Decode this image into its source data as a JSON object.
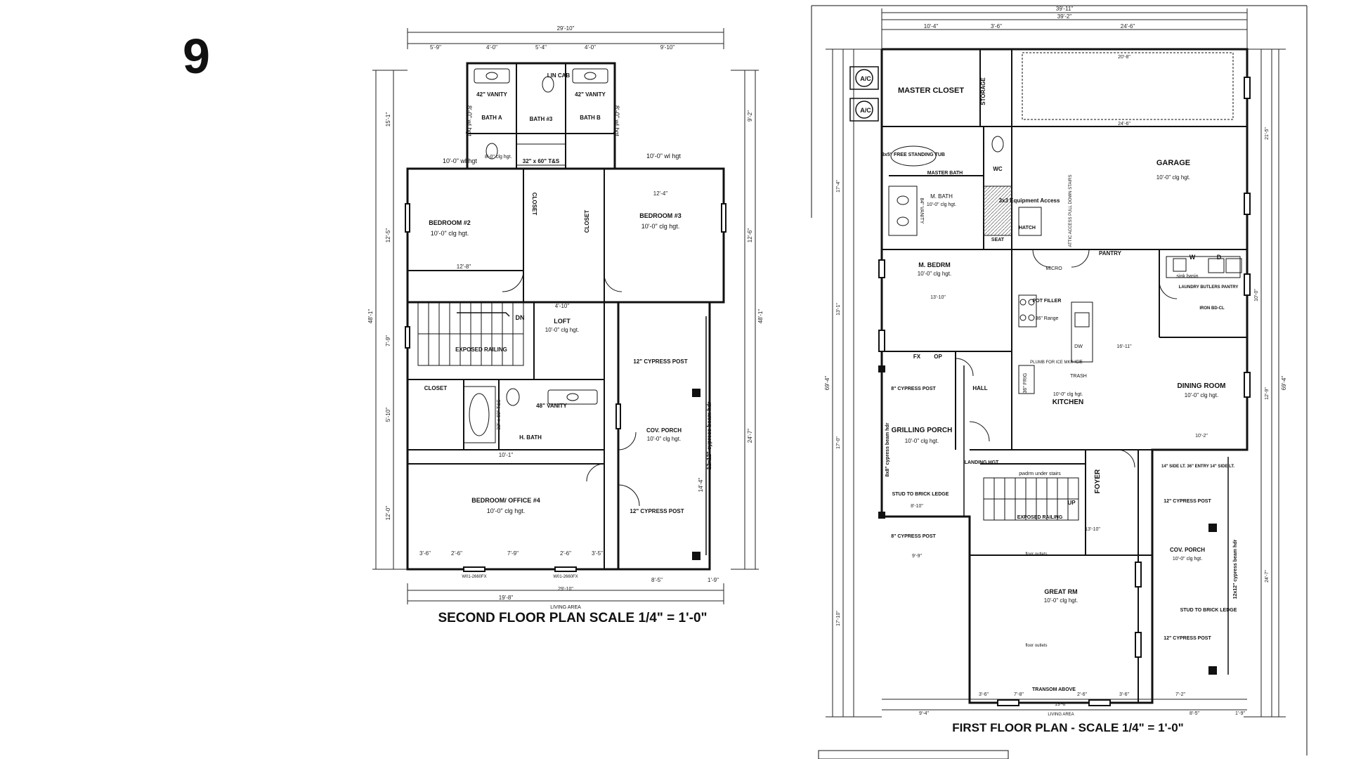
{
  "page_number": "9",
  "second_floor": {
    "caption": "SECOND FLOOR PLAN SCALE 1/4\" = 1'-0\"",
    "rooms": {
      "bedroom2": "BEDROOM #2",
      "bedroom3": "BEDROOM #3",
      "bedroom4": "BEDROOM/ OFFICE #4",
      "loft": "LOFT",
      "bath_a": "BATH A",
      "bath_3": "BATH #3",
      "bath_b": "BATH B",
      "h_bath": "H. BATH",
      "cov_porch": "COV. PORCH",
      "closet_a": "CLOSET",
      "closet_b": "CLOSET",
      "closet_c": "CLOSET",
      "lin_cab": "LIN CAB"
    },
    "notes": {
      "clg_10": "10'-0\" clg hgt.",
      "clg_8": "8'-0\" clg hgt.",
      "wl_10": "10'-0\" wl hgt",
      "wl_8": "8'-0\" wl hgt",
      "vanity_42": "42\" VANITY",
      "vanity_48": "48\" VANITY",
      "tub_32x60": "32\" x 60\" T&S",
      "exposed_railing": "EXPOSED RAILING",
      "dn": "DN",
      "cypress_post": "12\" CYPRESS POST",
      "beam": "12x12\" cypress beam hdr",
      "living_area": "LIVING AREA",
      "win_a": "W01-2660FX",
      "win_b": "W01-2660FX"
    },
    "dims": {
      "top_overall": "29'-10\"",
      "bottom_overall": "29'-10\"",
      "left_overall": "48'-1\"",
      "right_overall": "48'-1\"",
      "top_a": "5'-9\"",
      "top_b": "4'-0\"",
      "top_c": "5'-4\"",
      "top_d": "4'-0\"",
      "top_e": "9'-10\"",
      "bed2_w": "12'-8\"",
      "bed3_w": "12'-4\"",
      "bot_a": "19'-8\"",
      "bot_b": "8'-5\"",
      "bot_c": "1'-9\"",
      "hb_w": "10'-1\"",
      "loft_w": "4'-10\"",
      "porch_h": "14'-4\"",
      "right_a": "9'-2\"",
      "right_b": "12'-6\"",
      "right_c": "24'-7\"",
      "left_a": "15'-1\"",
      "left_b": "12'-5\"",
      "left_c": "7'-9\"",
      "left_d": "5'-10\"",
      "left_e": "12'-0\"",
      "bo_a": "3'-6\"",
      "bo_b": "2'-6\"",
      "bo_c": "7'-9\"",
      "bo_d": "2'-6\"",
      "bo_e": "3'-5\""
    }
  },
  "first_floor": {
    "caption": "FIRST FLOOR PLAN - SCALE 1/4\" = 1'-0\"",
    "rooms": {
      "master_closet": "MASTER CLOSET",
      "storage": "STORAGE",
      "garage": "GARAGE",
      "master_bath": "MASTER BATH",
      "wc": "WC",
      "m_bedrm": "M. BEDRM",
      "pantry": "PANTRY",
      "laundry": "LAUNDRY BUTLERS PANTRY",
      "kitchen": "KITCHEN",
      "dining_room": "DINING ROOM",
      "grilling_porch": "GRILLING PORCH",
      "hall": "HALL",
      "foyer": "FOYER",
      "great_rm": "GREAT RM",
      "cov_porch": "COV. PORCH",
      "landing": "LANDING HGT",
      "hatch": "HATCH",
      "seat": "SEAT"
    },
    "notes": {
      "ac": "A/C",
      "free_tub": "3x5\" FREE STANDING TUB",
      "m_bath": "M. BATH",
      "vanity_84": "84\" VANITY",
      "equipment": "3x3 Equipment Access",
      "attic": "ATTIC ACCESS PULL DOWN STAIRS",
      "clg_10": "10'-0\" clg hgt.",
      "micro": "MICRO",
      "pot_filler": "POT FILLER",
      "range": "36\" Range",
      "frig": "36\" FRIG",
      "dw": "DW",
      "ice": "ICE",
      "trash": "TRASH",
      "plumb": "PLUMB FOR ICE MKR",
      "sink_basin": "sink basin",
      "iron": "IRON BD-CL",
      "w": "W",
      "d": "D",
      "fx": "FX",
      "op": "OP",
      "post_8": "8\" CYPRESS POST",
      "post_12": "12\" CYPRESS POST",
      "beam_8x8": "8x8\" cypress beam hdr",
      "beam_12": "12x12\" cypress beam hdr",
      "stud": "STUD TO BRICK LEDGE",
      "exposed_railing": "EXPOSED RAILING",
      "pwdr": "pwdrm under stairs",
      "up": "UP",
      "floor_outlets_a": "floor outlets",
      "floor_outlets_b": "floor outlets",
      "entry": "14\" SIDE LT. 36\" ENTRY 14\" SIDE LT.",
      "transom": "TRANSOM ABOVE",
      "living_area": "LIVING AREA"
    },
    "dims": {
      "top_overall": "39'-11\"",
      "top_sub": "39'-2\"",
      "top_a": "10'-4\"",
      "top_b": "3'-6\"",
      "top_c": "24'-6\"",
      "garage_w": "20'-8\"",
      "garage_w2": "24'-6\"",
      "mb_w": "13'-10\"",
      "k_w": "16'-11\"",
      "dr_w": "10'-2\"",
      "gr_w": "9'-9\"",
      "gp_w": "8'-10\"",
      "st_w": "13'-10\"",
      "bot_overall": "19'-8\"",
      "bot_a": "9'-4\"",
      "bot_b": "3'-6\"",
      "bot_c": "7'-8\"",
      "bot_d": "2'-6\"",
      "bot_e": "3'-6\"",
      "bot_f": "7'-2\"",
      "bot_g": "8'-5\"",
      "bot_h": "1'-9\"",
      "left_overall": "69'-4\"",
      "right_overall": "69'-4\"",
      "left_a": "17'-4\"",
      "left_b": "13'-1\"",
      "left_c": "17'-0\"",
      "left_d": "17'-10\"",
      "right_a": "21'-5\"",
      "right_b": "12'-9\"",
      "right_c": "24'-7\"",
      "right_d": "10'-0\""
    }
  }
}
